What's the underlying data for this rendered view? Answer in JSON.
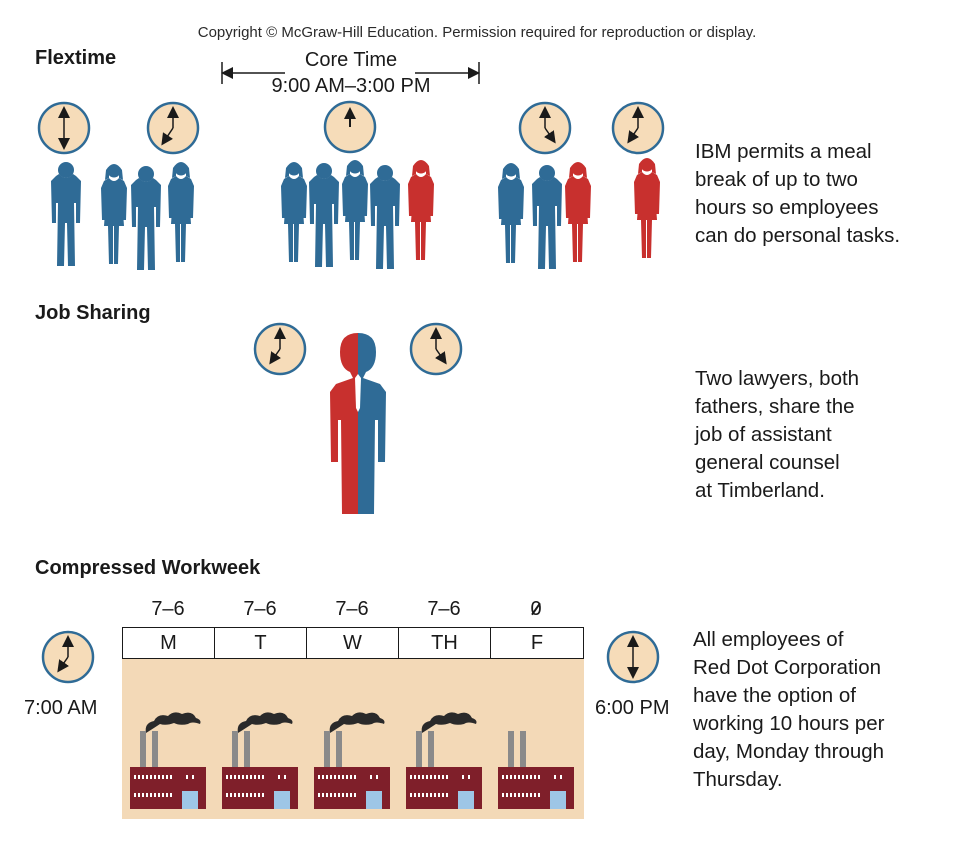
{
  "copyright": "Copyright © McGraw-Hill Education. Permission required for reproduction or display.",
  "flextime": {
    "title": "Flextime",
    "core_time_label": "Core Time",
    "core_time_range": "9:00 AM–3:00 PM",
    "caption": [
      "IBM permits a meal",
      "break of up to two",
      "hours so employees",
      "can do personal tasks."
    ]
  },
  "job_sharing": {
    "title": "Job Sharing",
    "caption": [
      "Two lawyers, both",
      "fathers, share the",
      "job of assistant",
      "general counsel",
      "at Timberland."
    ]
  },
  "compressed": {
    "title": "Compressed Workweek",
    "days": [
      {
        "hours": "7–6",
        "label": "M",
        "factory": "active"
      },
      {
        "hours": "7–6",
        "label": "T",
        "factory": "active"
      },
      {
        "hours": "7–6",
        "label": "W",
        "factory": "active"
      },
      {
        "hours": "7–6",
        "label": "TH",
        "factory": "active"
      },
      {
        "hours": "0",
        "label": "F",
        "factory": "idle"
      }
    ],
    "start_time": "7:00 AM",
    "end_time": "6:00 PM",
    "caption": [
      "All employees of",
      "Red Dot Corporation",
      "have the option of",
      "working 10 hours per",
      "day, Monday through",
      "Thursday."
    ]
  },
  "colors": {
    "blue_worker": "#2f6b96",
    "red_worker": "#c8302e",
    "clock_face": "#f6dcb9",
    "clock_rim": "#2f6b96",
    "week_panel": "#f3d9b7",
    "factory": "#7f1f2a"
  }
}
